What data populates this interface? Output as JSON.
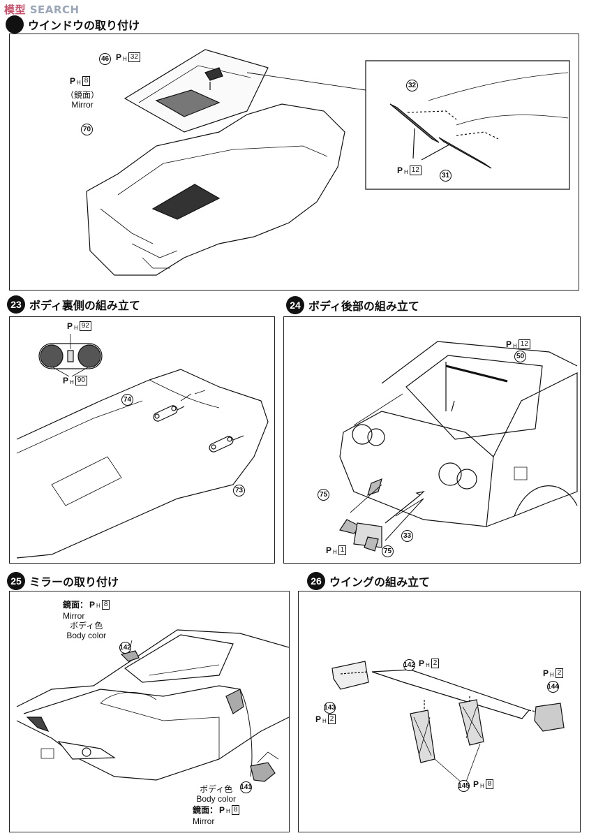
{
  "watermark": {
    "logo": "模型",
    "text": "SEARCH"
  },
  "steps": {
    "s22": {
      "number": "",
      "title": "ウインドウの取り付け"
    },
    "s23": {
      "number": "23",
      "title": "ボディ裏側の組み立て"
    },
    "s24": {
      "number": "24",
      "title": "ボディ後部の組み立て"
    },
    "s25": {
      "number": "25",
      "title": "ミラーの取り付け"
    },
    "s26": {
      "number": "26",
      "title": "ウイングの組み立て"
    }
  },
  "labels": {
    "ph_letter": "P",
    "ph_sub": "H",
    "mirror_jp": "（鏡面）",
    "mirror_en": "Mirror",
    "mirror_colon_jp": "鏡面：",
    "body_color_jp": "ボディ色",
    "body_color_en": "Body color"
  },
  "parts": {
    "p46": "46",
    "p70": "70",
    "p32": "32",
    "p31": "31",
    "p74": "74",
    "p73": "73",
    "p50": "50",
    "p75a": "75",
    "p75b": "75",
    "p33": "33",
    "p142a": "142",
    "p141": "141",
    "p142b": "142",
    "p143": "143",
    "p144": "144",
    "p145": "145"
  },
  "paint": {
    "ph32": "32",
    "ph8a": "8",
    "ph12a": "12",
    "ph92": "92",
    "ph90": "90",
    "ph12b": "12",
    "ph1": "1",
    "ph8b": "8",
    "ph8c": "8",
    "ph2a": "2",
    "ph2b": "2",
    "ph2c": "2",
    "ph8d": "8"
  }
}
